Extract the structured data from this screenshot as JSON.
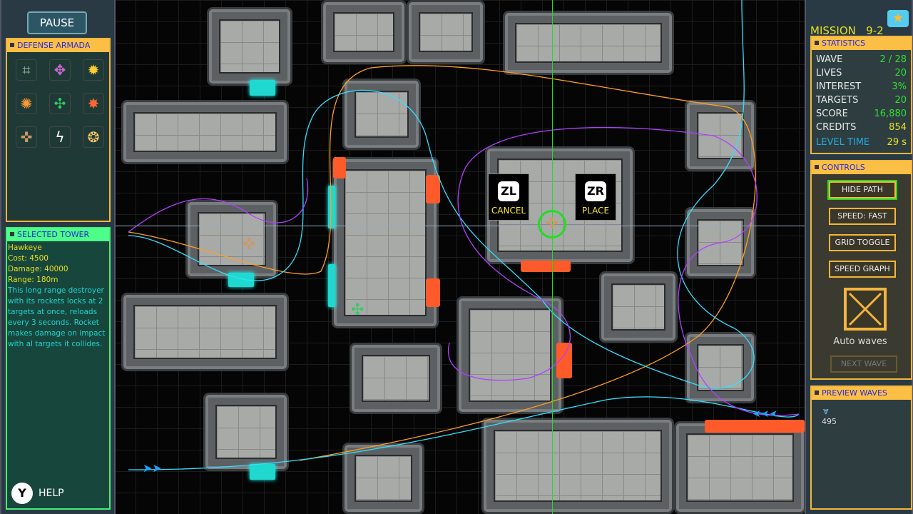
{
  "left": {
    "pause_label": "PAUSE",
    "armada_title": "DEFENSE ARMADA",
    "towers": [
      {
        "icon": "tower-frame-icon",
        "glyph": "⌗",
        "color": "#9a9"
      },
      {
        "icon": "tower-purple-icon",
        "glyph": "✥",
        "color": "#c6c"
      },
      {
        "icon": "tower-burst-icon",
        "glyph": "✹",
        "color": "#fc3"
      },
      {
        "icon": "tower-fire-icon",
        "glyph": "✺",
        "color": "#f93"
      },
      {
        "icon": "tower-green-icon",
        "glyph": "✣",
        "color": "#3c6"
      },
      {
        "icon": "tower-flame-icon",
        "glyph": "✸",
        "color": "#f63"
      },
      {
        "icon": "tower-hawkeye-icon",
        "glyph": "✜",
        "color": "#c96"
      },
      {
        "icon": "tower-lightning-icon",
        "glyph": "ϟ",
        "color": "#fff"
      },
      {
        "icon": "tower-wheel-icon",
        "glyph": "❂",
        "color": "#fc6"
      }
    ],
    "selected_title": "SELECTED TOWER",
    "selected": {
      "name": "Hawkeye",
      "cost": "Cost: 4500",
      "damage": "Damage: 40000",
      "range": "Range: 180m",
      "description": "This long range destroyer with its rockets locks at 2 targets at once, reloads every 3 seconds. Rocket makes damage on impact with al targets it collides."
    },
    "help_key": "Y",
    "help_label": "HELP"
  },
  "right": {
    "mission": "MISSION   9-2",
    "stats_title": "STATISTICS",
    "stats": [
      {
        "label": "WAVE",
        "value": "2 / 28"
      },
      {
        "label": "LIVES",
        "value": "20"
      },
      {
        "label": "INTEREST",
        "value": "3%"
      },
      {
        "label": "TARGETS",
        "value": "20"
      },
      {
        "label": "SCORE",
        "value": "16,880"
      },
      {
        "label": "CREDITS",
        "value": "854"
      }
    ],
    "level_time_label": "LEVEL TIME",
    "level_time": "29 s",
    "controls_title": "CONTROLS",
    "controls": [
      "HIDE PATH",
      "SPEED: FAST",
      "GRID TOGGLE",
      "SPEED GRAPH"
    ],
    "auto_waves": "Auto waves",
    "next_wave": "NEXT WAVE",
    "preview_title": "PREVIEW WAVES",
    "preview_count": "495"
  },
  "map": {
    "cancel_key": "ZL",
    "cancel_label": "CANCEL",
    "place_key": "ZR",
    "place_label": "PLACE"
  },
  "colors": {
    "accent": "#fbbf45",
    "path_orange": "#ffa020",
    "path_cyan": "#30e0ff",
    "path_purple": "#b040ff",
    "cursor": "#22dd22"
  }
}
